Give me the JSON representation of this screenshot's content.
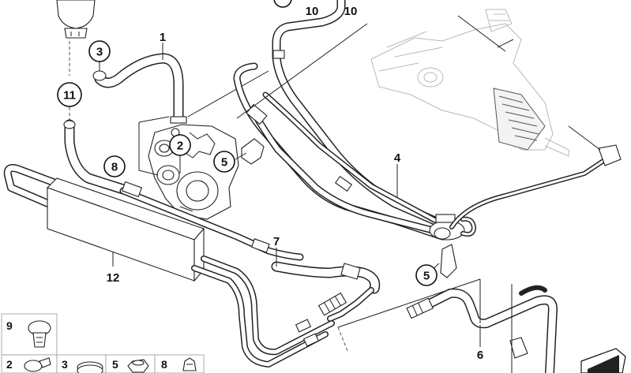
{
  "callouts": [
    {
      "id": "c1",
      "label": "1"
    },
    {
      "id": "c2",
      "label": "2"
    },
    {
      "id": "c3",
      "label": "3"
    },
    {
      "id": "c4",
      "label": "4"
    },
    {
      "id": "c5a",
      "label": "5"
    },
    {
      "id": "c5b",
      "label": "5"
    },
    {
      "id": "c6",
      "label": "6"
    },
    {
      "id": "c7",
      "label": "7"
    },
    {
      "id": "c8",
      "label": "8"
    },
    {
      "id": "c10a",
      "label": "10"
    },
    {
      "id": "c10b",
      "label": "10"
    },
    {
      "id": "c11",
      "label": "11"
    },
    {
      "id": "c12",
      "label": "12"
    }
  ],
  "parts_legend": [
    {
      "label": "9"
    },
    {
      "label": "2"
    },
    {
      "label": "3"
    },
    {
      "label": "5"
    },
    {
      "label": "8"
    }
  ],
  "colors": {
    "line": "#222222",
    "ghost": "#b8b8b8",
    "background": "#ffffff"
  },
  "icons": [
    "reservoir-icon",
    "pump-icon",
    "steering-rack-icon",
    "oil-cooler-icon",
    "hose-clamp-icon",
    "arrow-icon"
  ]
}
